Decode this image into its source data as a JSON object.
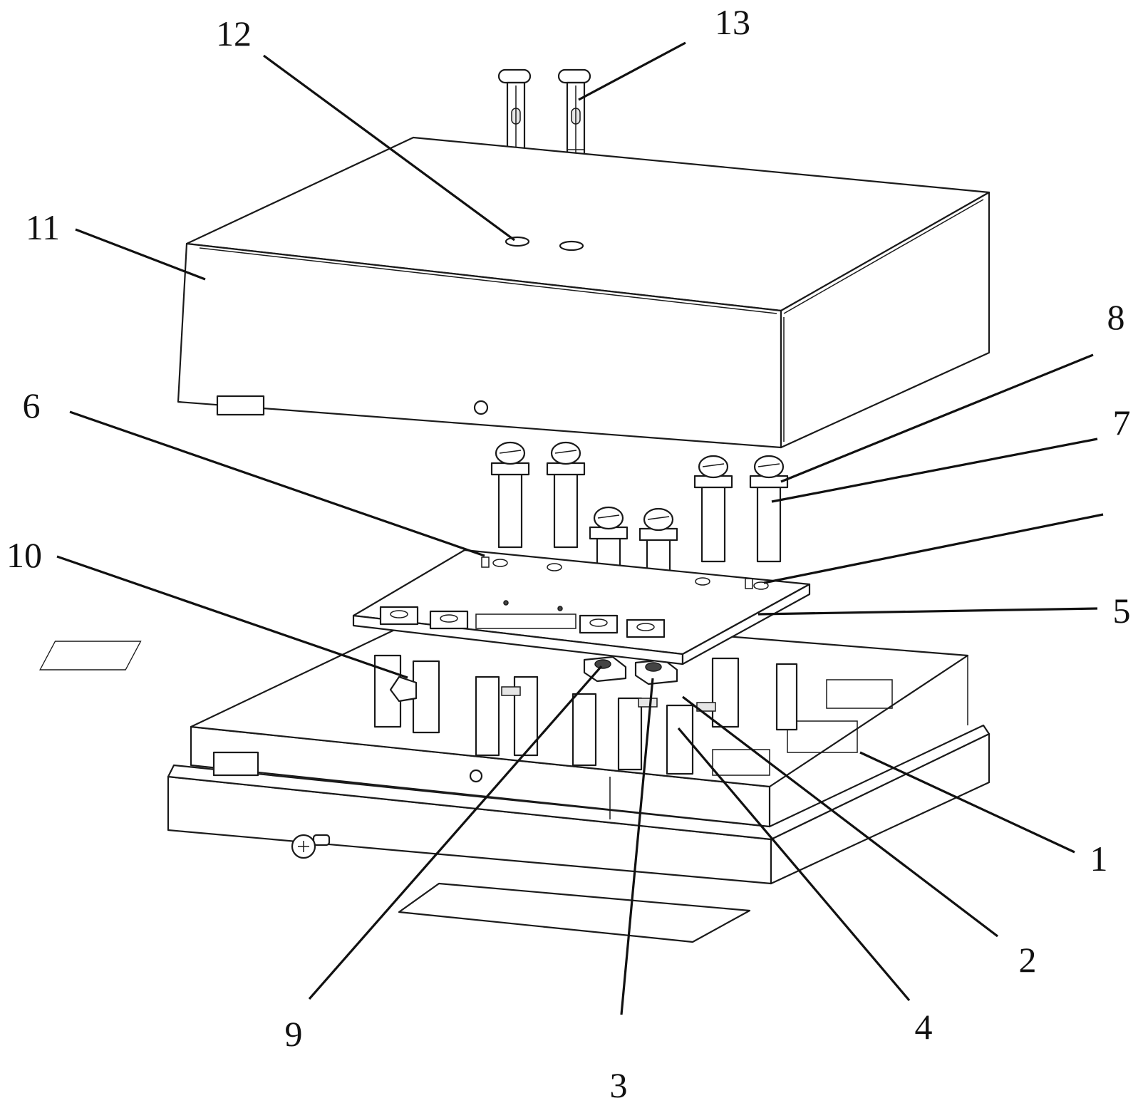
{
  "figure": {
    "callouts": [
      {
        "id": "label-1",
        "text": "1"
      },
      {
        "id": "label-2",
        "text": "2"
      },
      {
        "id": "label-3",
        "text": "3"
      },
      {
        "id": "label-4",
        "text": "4"
      },
      {
        "id": "label-5",
        "text": "5"
      },
      {
        "id": "label-6",
        "text": "6"
      },
      {
        "id": "label-7",
        "text": "7"
      },
      {
        "id": "label-8",
        "text": "8"
      },
      {
        "id": "label-9",
        "text": "9"
      },
      {
        "id": "label-10",
        "text": "10"
      },
      {
        "id": "label-11",
        "text": "11"
      },
      {
        "id": "label-12",
        "text": "12"
      },
      {
        "id": "label-13",
        "text": "13"
      }
    ]
  },
  "colors": {
    "line": "#111111",
    "background": "#ffffff",
    "shade": "#e6e6e6"
  }
}
